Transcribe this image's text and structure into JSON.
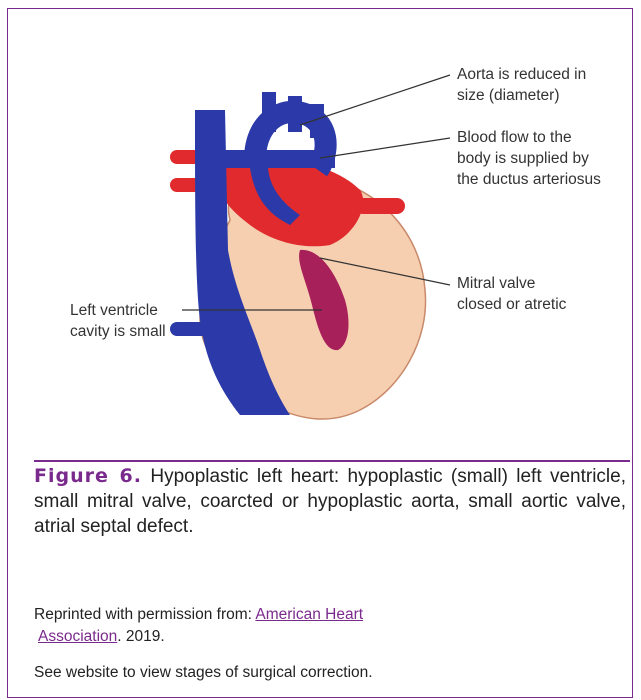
{
  "figure": {
    "labels": {
      "aorta": "Aorta is reduced in\nsize (diameter)",
      "blood_flow": "Blood flow to the\nbody is supplied by\nthe ductus arteriosus",
      "mitral_valve": "Mitral valve\nclosed or atretic",
      "left_ventricle": "Left ventricle\ncavity is small"
    },
    "colors": {
      "vessel_blue": "#2b3aa8",
      "blood_red": "#e02a2e",
      "tissue": "#f6cfb0",
      "ventricle_magenta": "#a8205a",
      "accent_purple": "#7a2a8c"
    }
  },
  "caption": {
    "figure_label": "Figure 6.",
    "text": " Hypoplastic left heart: hypoplastic (small) left ventricle, small mitral valve, coarcted or hypoplastic aorta, small aortic valve, atrial septal defect."
  },
  "credit": {
    "prefix": "Reprinted with permission from: ",
    "link_line1": "American Heart",
    "link_line2": "Association",
    "suffix": ". 2019."
  },
  "note": "See website to view stages of surgical correction."
}
